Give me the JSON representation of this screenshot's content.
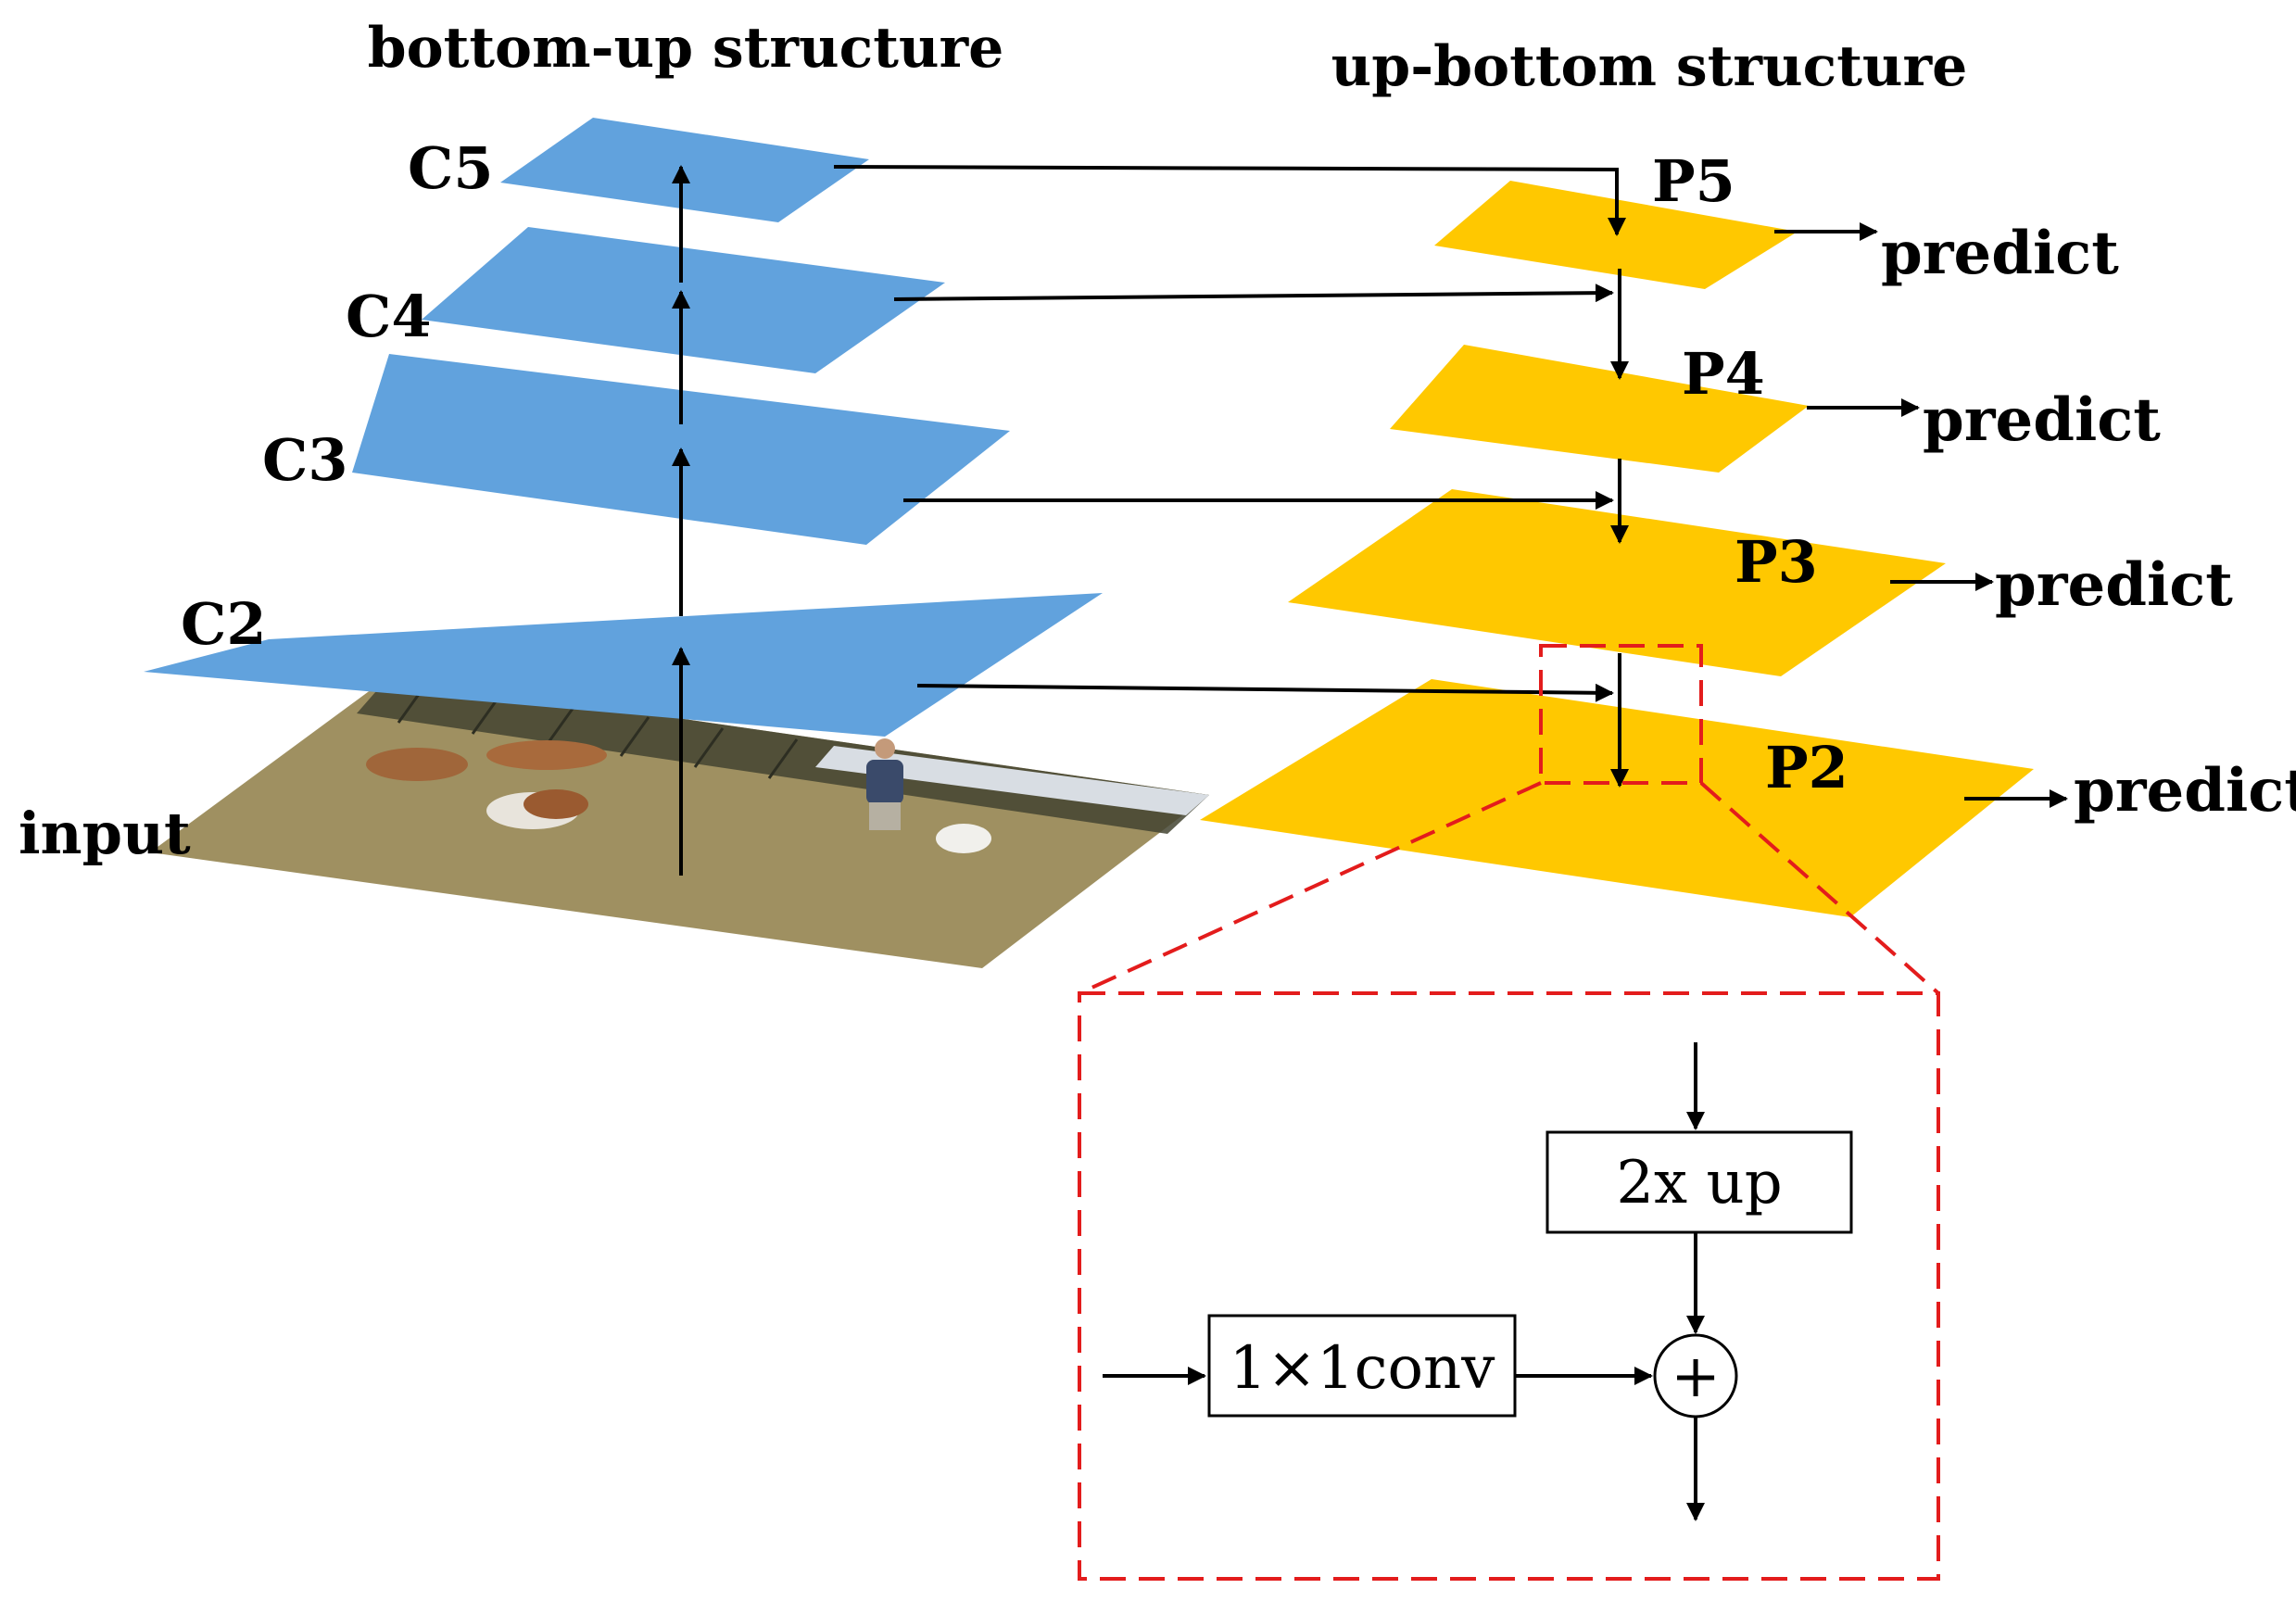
{
  "titles": {
    "bottom_up": "bottom-up structure",
    "top_down": "up-bottom structure"
  },
  "labels": {
    "input": "input",
    "c2": "C2",
    "c3": "C3",
    "c4": "C4",
    "c5": "C5",
    "p2": "P2",
    "p3": "P3",
    "p4": "P4",
    "p5": "P5",
    "predict": "predict"
  },
  "detail": {
    "upsample": "2x up",
    "conv": "1×1conv",
    "add": "+"
  },
  "colors": {
    "bottom_up_layer": "#61a2dd",
    "top_down_layer": "#ffc800",
    "zoom_outline": "#e31c1c",
    "grass": "#9f9061",
    "fence": "#434431"
  }
}
